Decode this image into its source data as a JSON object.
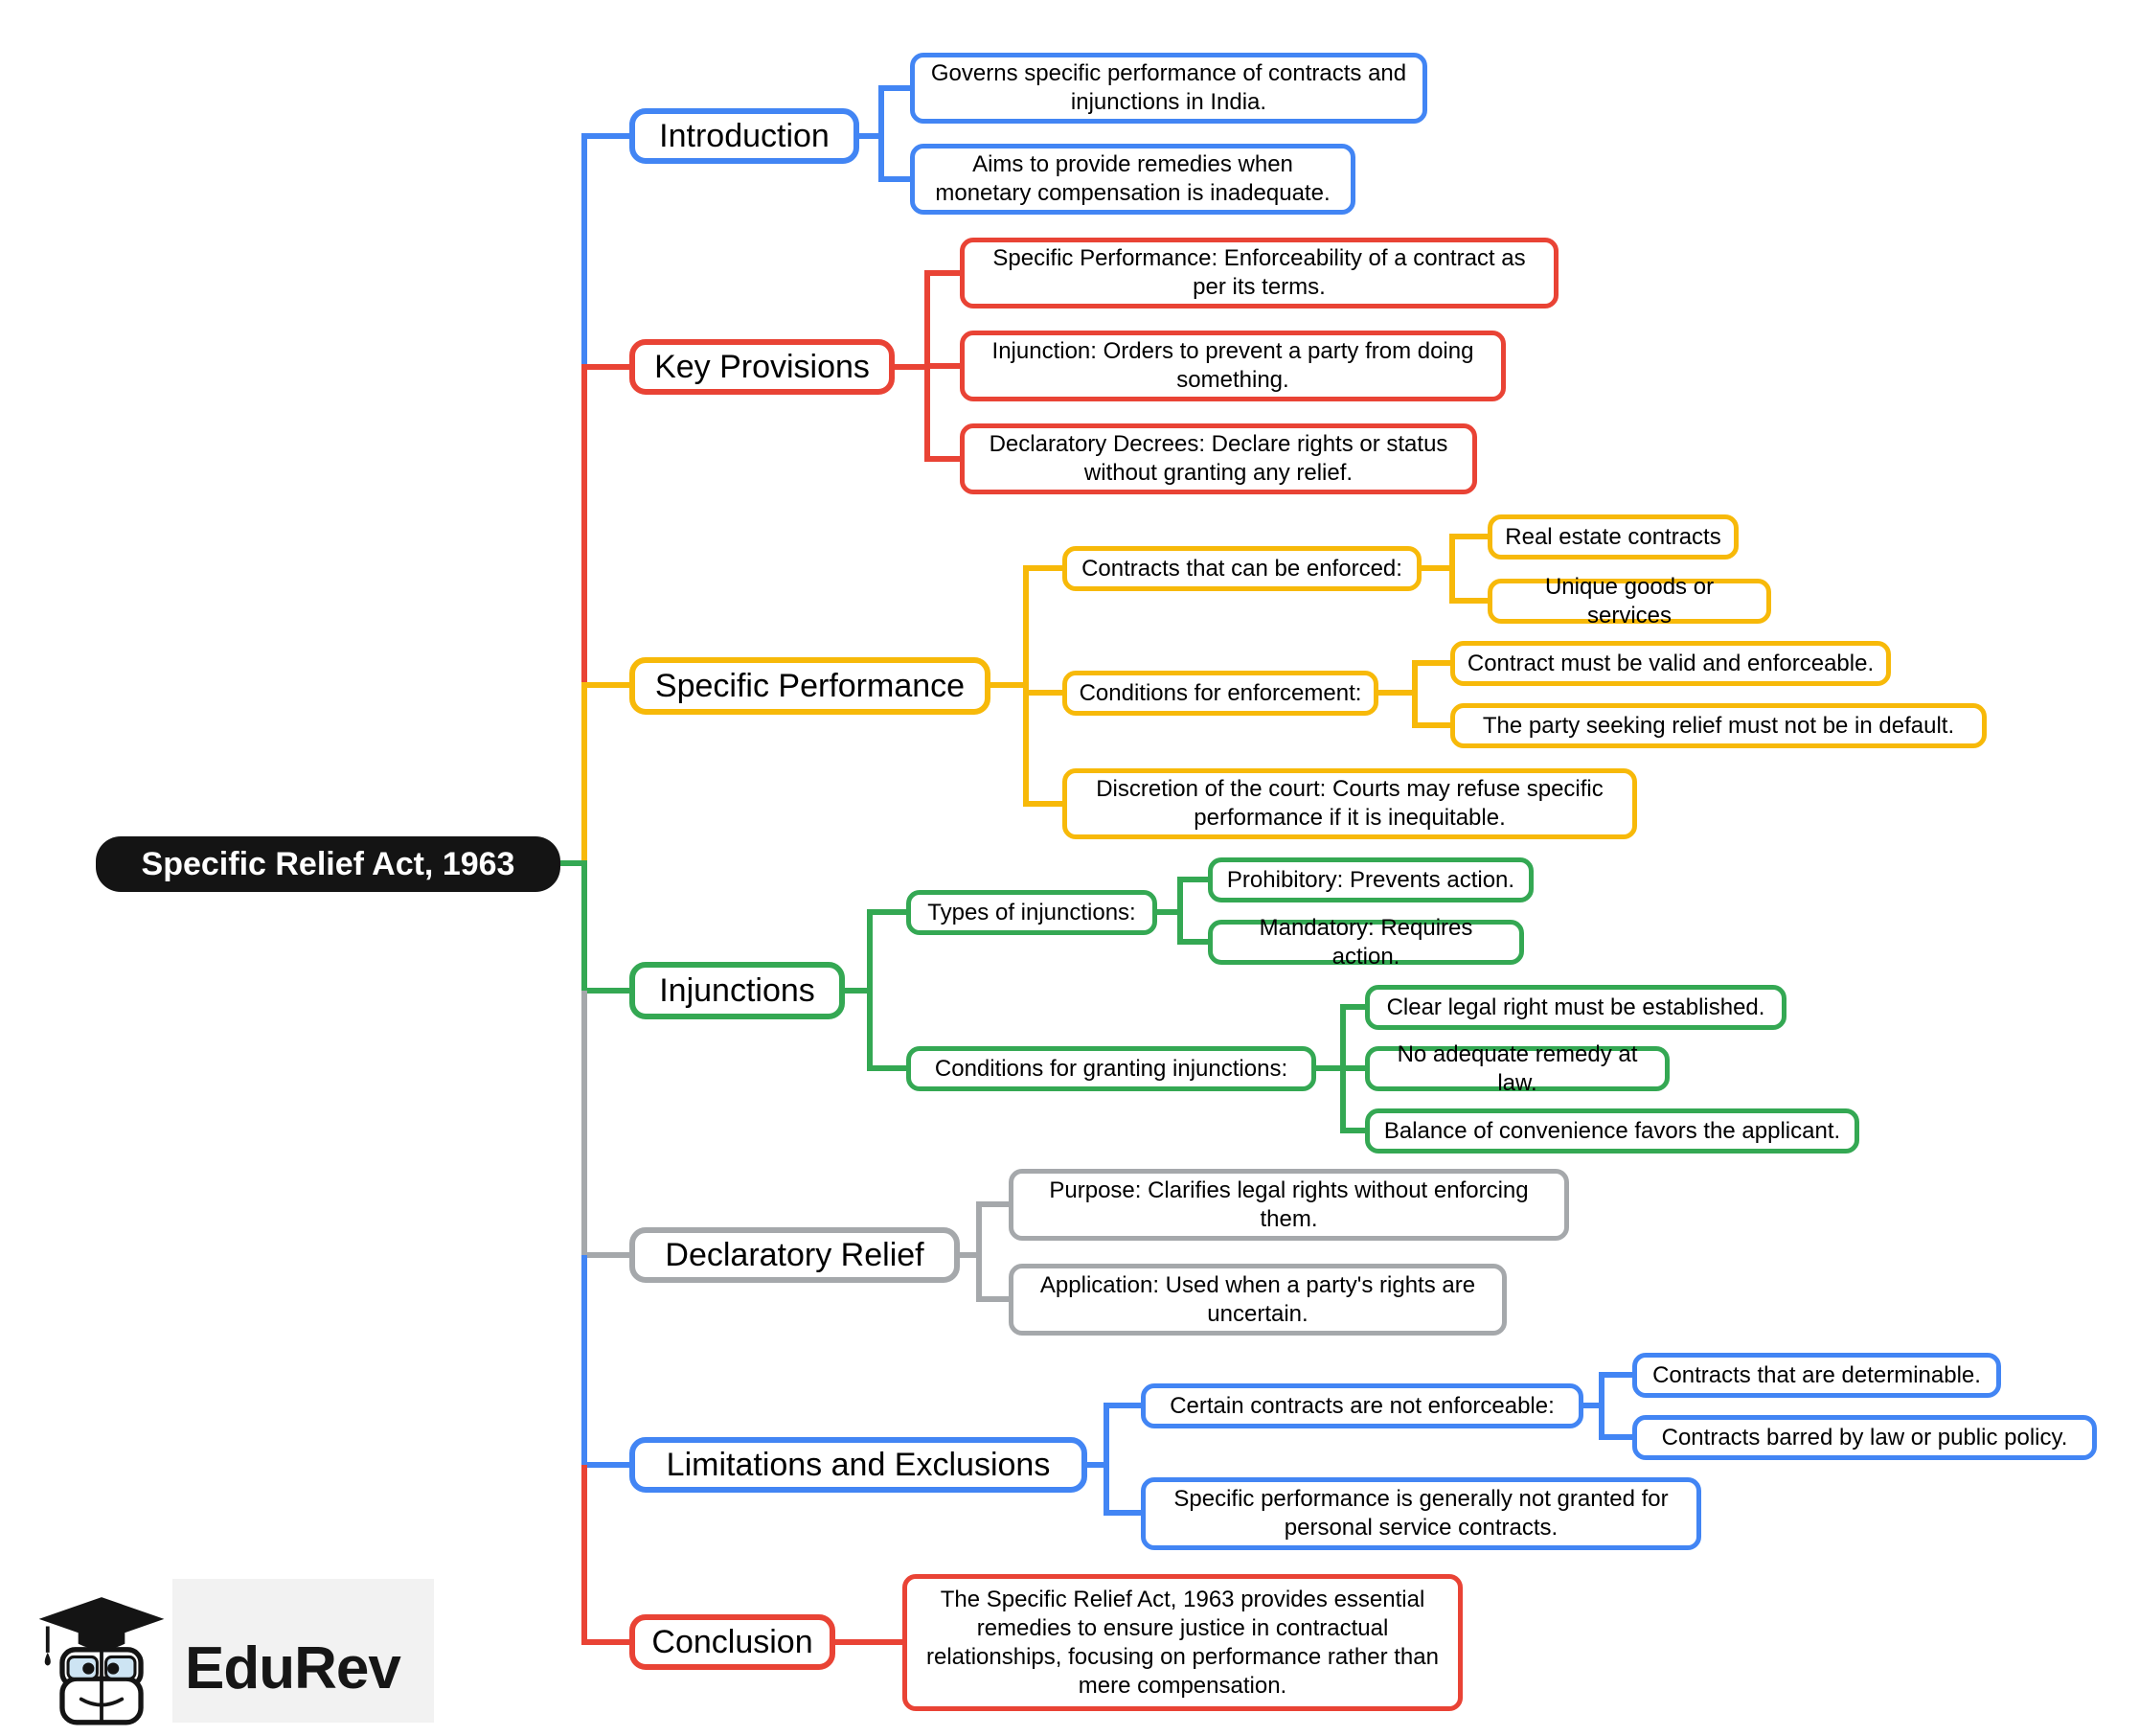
{
  "mindmap": {
    "root": {
      "label": "Specific Relief Act, 1963"
    },
    "colors": {
      "blue": "#4285F4",
      "red": "#E94335",
      "yellow": "#F7B909",
      "green": "#34A853",
      "gray": "#A5A8AB",
      "black": "#141414"
    },
    "branches": [
      {
        "label": "Introduction",
        "color": "blue",
        "children": [
          {
            "label": "Governs specific performance of contracts and injunctions in India."
          },
          {
            "label": "Aims to provide remedies when monetary compensation is inadequate."
          }
        ]
      },
      {
        "label": "Key Provisions",
        "color": "red",
        "children": [
          {
            "label": "Specific Performance: Enforceability of a contract as per its terms."
          },
          {
            "label": "Injunction: Orders to prevent a party from doing something."
          },
          {
            "label": "Declaratory Decrees: Declare rights or status without granting any relief."
          }
        ]
      },
      {
        "label": "Specific Performance",
        "color": "yellow",
        "children": [
          {
            "label": "Contracts that can be enforced:",
            "children": [
              {
                "label": "Real estate contracts"
              },
              {
                "label": "Unique goods or services"
              }
            ]
          },
          {
            "label": "Conditions for enforcement:",
            "children": [
              {
                "label": "Contract must be valid and enforceable."
              },
              {
                "label": "The party seeking relief must not be in default."
              }
            ]
          },
          {
            "label": "Discretion of the court: Courts may refuse specific performance if it is inequitable."
          }
        ]
      },
      {
        "label": "Injunctions",
        "color": "green",
        "children": [
          {
            "label": "Types of injunctions:",
            "children": [
              {
                "label": "Prohibitory: Prevents action."
              },
              {
                "label": "Mandatory: Requires action."
              }
            ]
          },
          {
            "label": "Conditions for granting injunctions:",
            "children": [
              {
                "label": "Clear legal right must be established."
              },
              {
                "label": "No adequate remedy at law."
              },
              {
                "label": "Balance of convenience favors the applicant."
              }
            ]
          }
        ]
      },
      {
        "label": "Declaratory Relief",
        "color": "gray",
        "children": [
          {
            "label": "Purpose: Clarifies legal rights without enforcing them."
          },
          {
            "label": "Application: Used when a party's rights are uncertain."
          }
        ]
      },
      {
        "label": "Limitations and Exclusions",
        "color": "blue",
        "children": [
          {
            "label": "Certain contracts are not enforceable:",
            "children": [
              {
                "label": "Contracts that are determinable."
              },
              {
                "label": "Contracts barred by law or public policy."
              }
            ]
          },
          {
            "label": "Specific performance is generally not granted for personal service contracts."
          }
        ]
      },
      {
        "label": "Conclusion",
        "color": "red",
        "children": [
          {
            "label": "The Specific Relief Act, 1963 provides essential remedies to ensure justice in contractual relationships, focusing on performance rather than mere compensation."
          }
        ]
      }
    ],
    "logo": {
      "brand": "EduRev"
    }
  }
}
